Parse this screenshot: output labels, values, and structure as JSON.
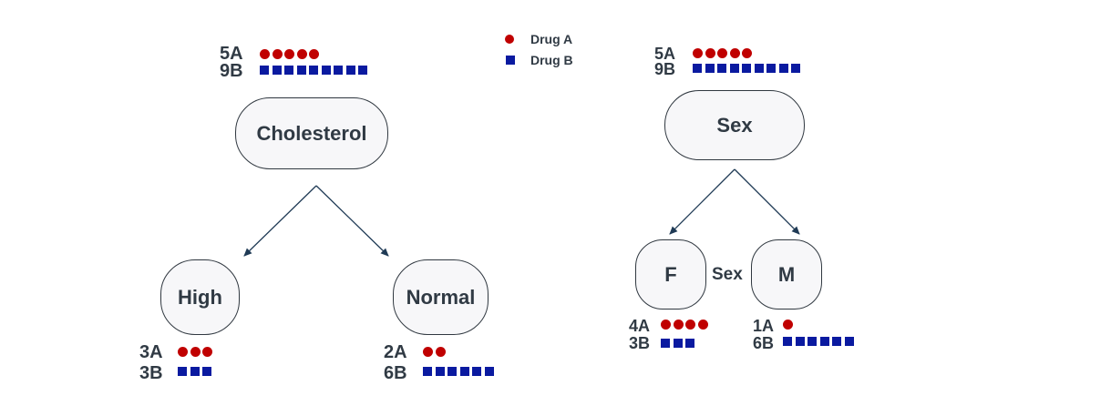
{
  "legend": {
    "drug_a": {
      "label": "Drug A",
      "color": "#c00000",
      "marker": "circle"
    },
    "drug_b": {
      "label": "Drug B",
      "color": "#0a1aa0",
      "marker": "square"
    }
  },
  "trees": [
    {
      "root": {
        "label": "Cholesterol",
        "counts": {
          "a_label": "5A",
          "a": 5,
          "b_label": "9B",
          "b": 9
        }
      },
      "children": [
        {
          "label": "High",
          "counts": {
            "a_label": "3A",
            "a": 3,
            "b_label": "3B",
            "b": 3
          }
        },
        {
          "label": "Normal",
          "counts": {
            "a_label": "2A",
            "a": 2,
            "b_label": "6B",
            "b": 6
          }
        }
      ]
    },
    {
      "root": {
        "label": "Sex",
        "counts": {
          "a_label": "5A",
          "a": 5,
          "b_label": "9B",
          "b": 9
        }
      },
      "split_label": "Sex",
      "children": [
        {
          "label": "F",
          "counts": {
            "a_label": "4A",
            "a": 4,
            "b_label": "3B",
            "b": 3
          }
        },
        {
          "label": "M",
          "counts": {
            "a_label": "1A",
            "a": 1,
            "b_label": "6B",
            "b": 6
          }
        }
      ]
    }
  ]
}
